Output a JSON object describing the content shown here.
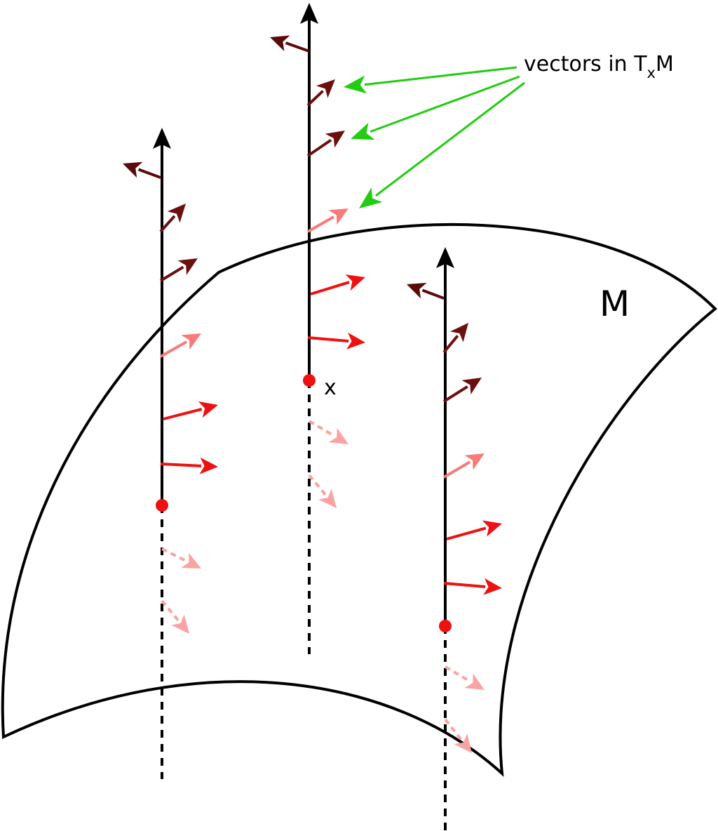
{
  "labels": {
    "manifold": "M",
    "point": "x",
    "annotation_prefix": "vectors in T",
    "annotation_subscript": "x",
    "annotation_suffix": "M"
  },
  "colors": {
    "outline": "#000000",
    "point": "#ee1111",
    "vector_dark": "#5a0a0a",
    "vector_mid": "#6b0f0f",
    "vector_red": "#ee1111",
    "vector_pink": "#f87a7a",
    "vector_faded": "#f9a3a3",
    "pointer": "#22cc11"
  },
  "icons": {
    "fiber_head": "up-arrow-head",
    "vector_head": "arrow-head"
  }
}
